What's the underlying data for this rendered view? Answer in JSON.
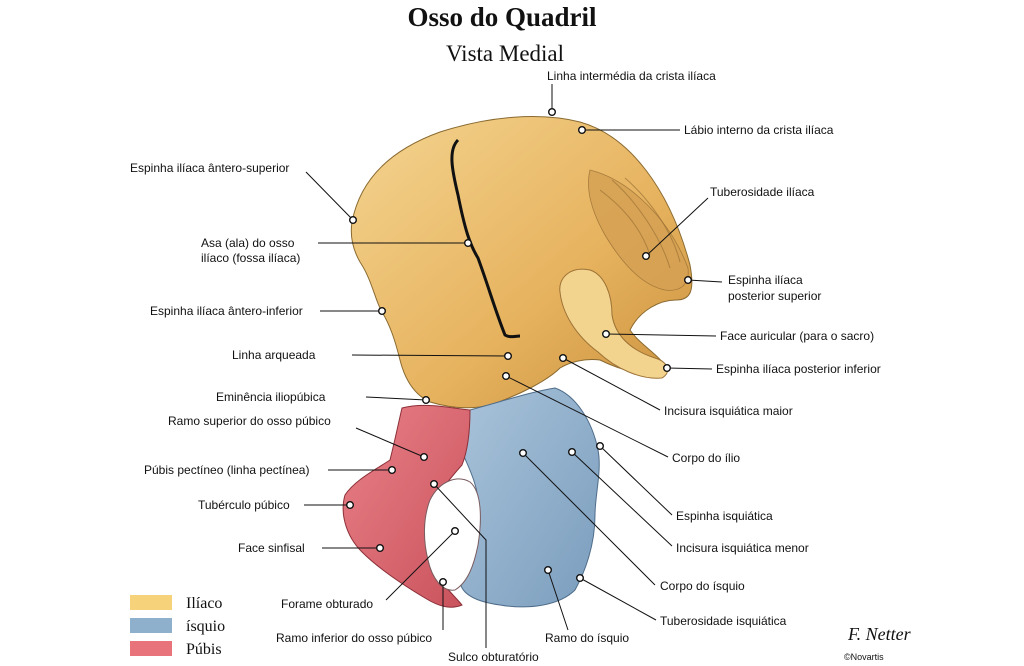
{
  "title": "Osso do Quadril",
  "subtitle": "Vista Medial",
  "labels": {
    "linha_intermedia": "Linha intermédia da crista ilíaca",
    "labio_interno": "Lábio interno da crista ilíaca",
    "tuberosidade_iliaca": "Tuberosidade ilíaca",
    "espinha_post_sup_1": "Espinha ilíaca",
    "espinha_post_sup_2": "posterior superior",
    "face_auricular": "Face auricular (para o sacro)",
    "espinha_post_inf": "Espinha ilíaca posterior inferior",
    "incisura_maior": "Incisura isquiática maior",
    "corpo_ilio": "Corpo do ílio",
    "espinha_isquiatica": "Espinha isquiática",
    "incisura_menor": "Incisura isquiática menor",
    "corpo_isquio": "Corpo do ísquio",
    "tuberosidade_isquiatica": "Tuberosidade isquiática",
    "ramo_isquio": "Ramo do ísquio",
    "sulco_obturatorio": "Sulco obturatório",
    "ramo_inferior_pubico": "Ramo inferior do osso púbico",
    "forame_obturado": "Forame obturado",
    "face_sinfisal": "Face sinfisal",
    "tuberculo_pubico": "Tubérculo púbico",
    "pubis_pectineo": "Púbis pectíneo (linha pectínea)",
    "ramo_superior_pubico": "Ramo superior do osso púbico",
    "eminencia": "Eminência iliopúbica",
    "linha_arqueada": "Linha arqueada",
    "espinha_ant_inf": "Espinha ilíaca ântero-inferior",
    "asa_1": "Asa (ala) do osso",
    "asa_2": "ilíaco (fossa ilíaca)",
    "espinha_ant_sup": "Espinha ilíaca ântero-superior"
  },
  "legend": [
    {
      "name": "Ilíaco",
      "color": "#f6d27a"
    },
    {
      "name": "ísquio",
      "color": "#8fb0cc"
    },
    {
      "name": "Púbis",
      "color": "#e8737a"
    }
  ],
  "colors": {
    "ilium": "#e8b866",
    "ilium_light": "#f3d28f",
    "ischium": "#8fb0cc",
    "pubis": "#df6a72"
  },
  "signature": "F. Netter",
  "copyright": "©Novartis"
}
